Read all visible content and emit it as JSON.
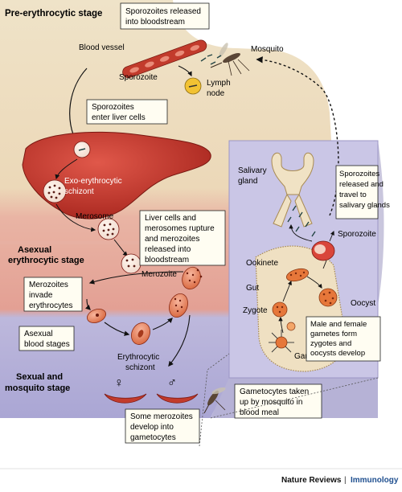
{
  "stages": {
    "pre": "Pre-erythrocytic stage",
    "asexual_1": "Asexual",
    "asexual_2": "erythrocytic stage",
    "sexual_1": "Sexual and",
    "sexual_2": "mosquito stage"
  },
  "labels": {
    "blood_vessel": "Blood vessel",
    "sporozoite": "Sporozoite",
    "mosquito": "Mosquito",
    "lymph_1": "Lymph",
    "lymph_2": "node",
    "exo_1": "Exo-erythrocytic",
    "exo_2": "schizont",
    "merosome": "Merosome",
    "merozoite": "Merozoite",
    "ery_schizont_1": "Erythrocytic",
    "ery_schizont_2": "schizont",
    "salivary_1": "Salivary",
    "salivary_2": "gland",
    "ookinete": "Ookinete",
    "gut": "Gut",
    "zygote": "Zygote",
    "oocyst": "Oocyst",
    "gametes": "Gametes",
    "sporozoite_mosq": "Sporozoite",
    "female_symbol": "♀",
    "male_symbol": "♂"
  },
  "boxes": {
    "released_1": "Sporozoites released",
    "released_2": "into bloodstream",
    "enter_1": "Sporozoites",
    "enter_2": "enter liver cells",
    "rupture_1": "Liver cells and",
    "rupture_2": "merosomes rupture",
    "rupture_3": "and merozoites",
    "rupture_4": "released into",
    "rupture_5": "bloodstream",
    "invade_1": "Merozoites",
    "invade_2": "invade",
    "invade_3": "erythrocytes",
    "asexual_1": "Asexual",
    "asexual_2": "blood stages",
    "develop_1": "Some merozoites",
    "develop_2": "develop into",
    "develop_3": "gametocytes",
    "gametocytes_1": "Gametocytes taken",
    "gametocytes_2": "up by mosquito in",
    "gametocytes_3": "blood meal",
    "travel_1": "Sporozoites",
    "travel_2": "released and",
    "travel_3": "travel to",
    "travel_4": "salivary glands",
    "gametes_1": "Male and female",
    "gametes_2": "gametes form",
    "gametes_3": "zygotes and",
    "gametes_4": "oocysts develop"
  },
  "footer": {
    "journal": "Nature Reviews",
    "separator": "|",
    "section": "Immunology"
  },
  "colors": {
    "pre_band": "#efe2c4",
    "asexual_band": "#e7a79a",
    "sexual_band": "#b9b6dc",
    "mosquito_panel": "#c9c5e6",
    "liver": "#c7362b",
    "rbc": "#d9473a",
    "outline": "#222222"
  }
}
